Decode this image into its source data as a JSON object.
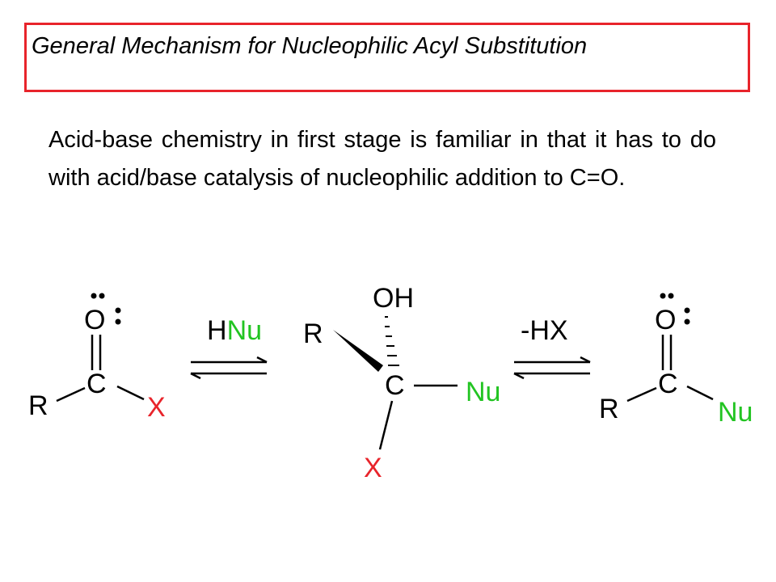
{
  "title": "General Mechanism for Nucleophilic Acyl Substitution",
  "body_text": "Acid-base chemistry in first stage is familiar in that it has to do with acid/base catalysis of nucleophilic addition to C=O.",
  "colors": {
    "red": "#e8242b",
    "green": "#22c422",
    "black": "#000000"
  },
  "scheme": {
    "reactant": {
      "oxygen": "O",
      "carbon": "C",
      "r_group": "R",
      "leaving_group": "X"
    },
    "arrow1": {
      "label_h": "H",
      "label_nu": "Nu"
    },
    "intermediate": {
      "hydroxyl": "OH",
      "r_group": "R",
      "carbon": "C",
      "nucleophile": "Nu",
      "leaving_group": "X"
    },
    "arrow2": {
      "label": "-HX"
    },
    "product": {
      "oxygen": "O",
      "carbon": "C",
      "r_group": "R",
      "nucleophile": "Nu"
    }
  }
}
